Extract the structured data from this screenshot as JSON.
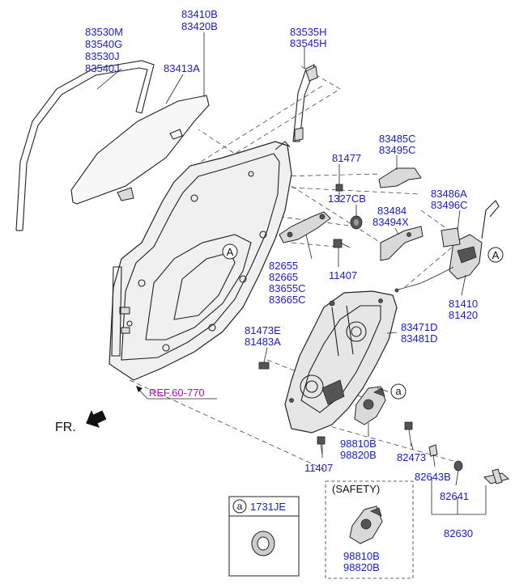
{
  "labels": {
    "glass_run": [
      "83530M",
      "83540G",
      "83530J",
      "83540J"
    ],
    "glass_code": [
      "83410B",
      "83420B"
    ],
    "glass_sub": "83413A",
    "channel": [
      "83535H",
      "83545H"
    ],
    "bolt_81477": "81477",
    "bushing": "1327CB",
    "bracket_top": [
      "83485C",
      "83495C"
    ],
    "rod_a": [
      "83486A",
      "83496C"
    ],
    "bracket_mid": [
      "83484",
      "83494X"
    ],
    "hinge_bracket": [
      "82655",
      "82665",
      "83655C",
      "83665C"
    ],
    "bolt_11407_top": "11407",
    "latch": [
      "81410",
      "81420"
    ],
    "clip": [
      "81473E",
      "81483A"
    ],
    "module": [
      "83471D",
      "83481D"
    ],
    "ref_link": "REF.60-770",
    "front_dir": "FR.",
    "motor": [
      "98810B",
      "98820B"
    ],
    "bolt_11407_bottom": "11407",
    "screw_82473": "82473",
    "seal_82643": "82643B",
    "handle_82641": "82641",
    "handle_assy": "82630",
    "safety_title": "(SAFETY)",
    "safety_motor": [
      "98810B",
      "98820B"
    ],
    "detail_a_code": "1731JE",
    "circle_a": "a",
    "circle_A": "A"
  }
}
